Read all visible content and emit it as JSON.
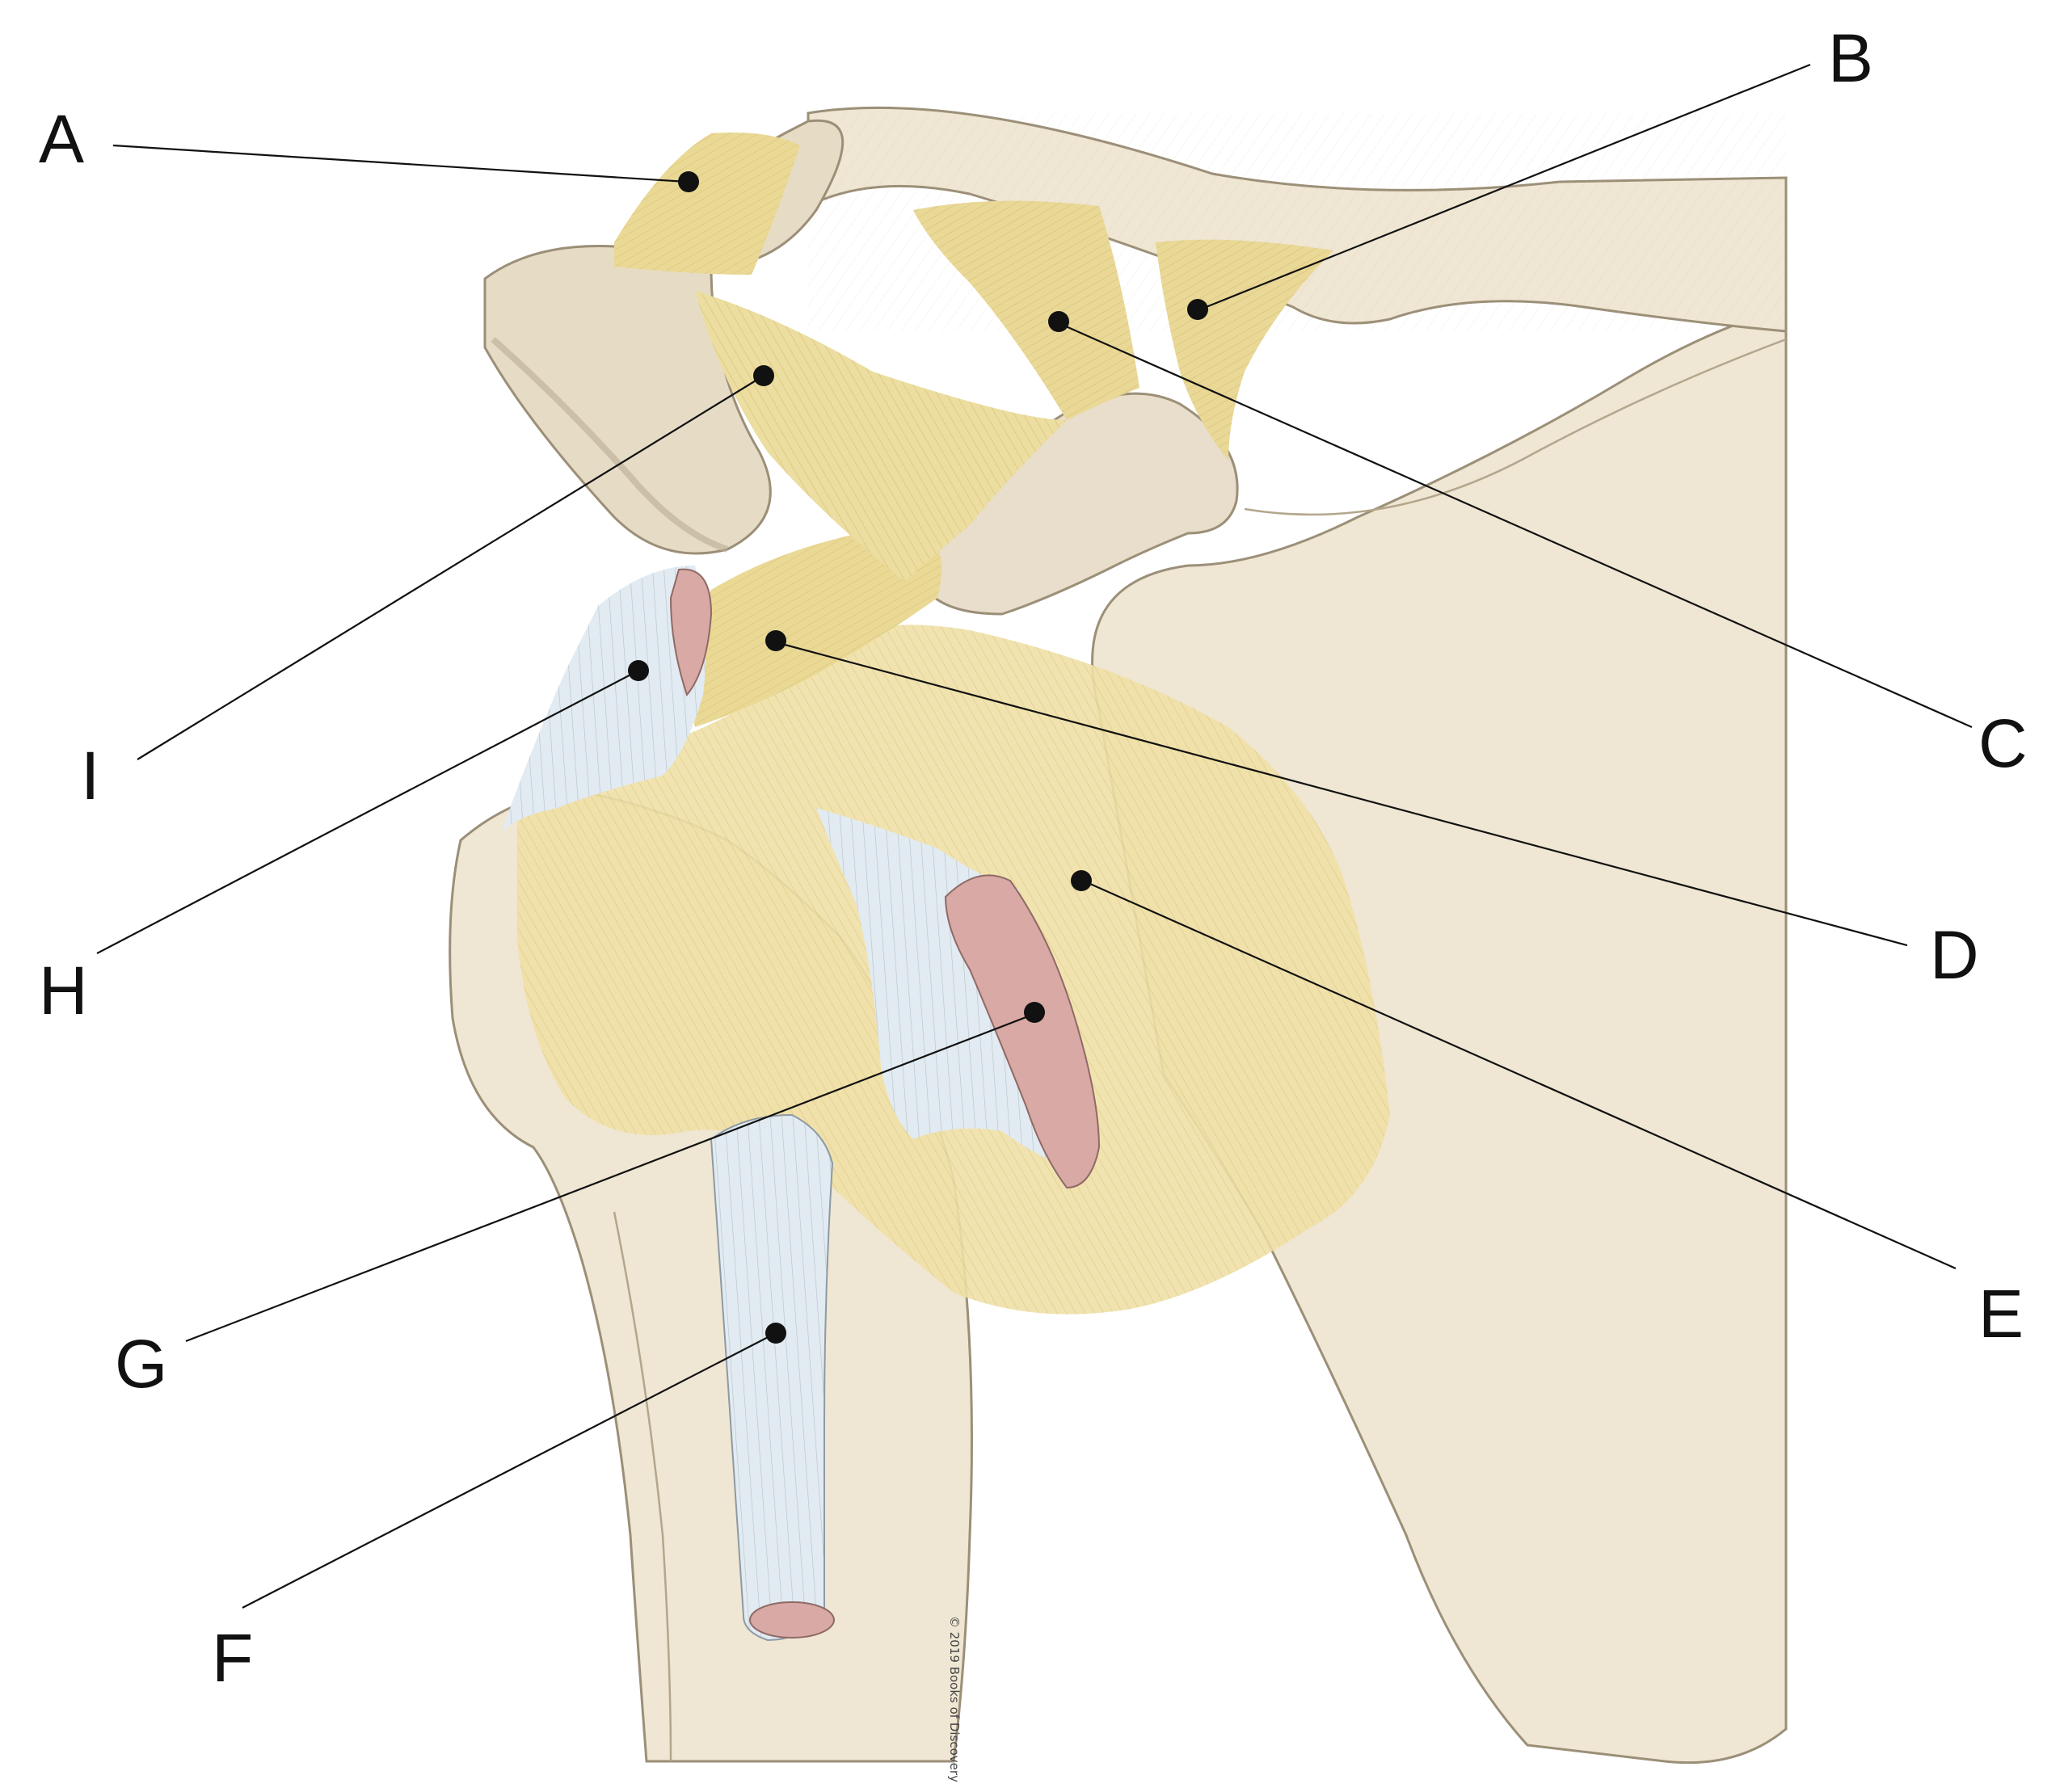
{
  "labels": {
    "A": "A",
    "B": "B",
    "C": "C",
    "D": "D",
    "E": "E",
    "F": "F",
    "G": "G",
    "H": "H",
    "I": "I"
  },
  "credit": "© 2019 Books of Discovery",
  "colors": {
    "bone": "#efe6d3",
    "bone_shadow": "#ddd1b8",
    "ligament": "#efe0a6",
    "ligament_dark": "#d8c27a",
    "tendon": "#e2ebf1",
    "muscle": "#d9a9a5",
    "line": "#111111"
  }
}
